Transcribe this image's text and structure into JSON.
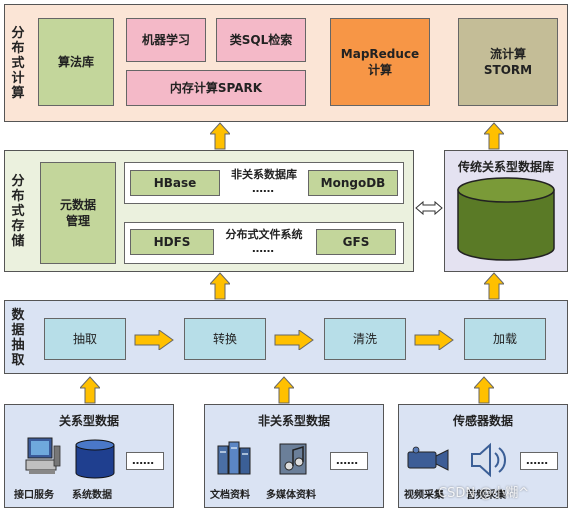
{
  "layers": {
    "compute": {
      "title": "分布式计算",
      "algorithm_lib": "算法库",
      "machine_learning": "机器学习",
      "sql_search": "类SQL检索",
      "spark": "内存计算SPARK",
      "mapreduce": "MapReduce\n计算",
      "storm": "流计算\nSTORM"
    },
    "storage": {
      "title": "分布式存储",
      "metadata": "元数据\n管理",
      "hbase": "HBase",
      "nosql_label": "非关系数据库",
      "mongodb": "MongoDB",
      "hdfs": "HDFS",
      "fs_label": "分布式文件系统",
      "gfs": "GFS",
      "dots": "……",
      "traditional_db": "传统关系型数据库"
    },
    "extract": {
      "title": "数据抽取",
      "steps": [
        "抽取",
        "转换",
        "清洗",
        "加载"
      ]
    },
    "sources": {
      "relational": {
        "title": "关系型数据",
        "items": [
          "接口服务",
          "系统数据"
        ],
        "dots": "……"
      },
      "nonrelational": {
        "title": "非关系型数据",
        "items": [
          "文档资料",
          "多媒体资料"
        ],
        "dots": "……"
      },
      "sensor": {
        "title": "传感器数据",
        "items": [
          "视频采集",
          "音频采集"
        ],
        "dots": "……"
      }
    }
  },
  "watermark": "CSDN @小糊^",
  "colors": {
    "compute_bg": "#fbe5d6",
    "storage_bg": "#ebf1de",
    "extract_bg": "#dae3f3",
    "source_bg": "#dae3f3",
    "arrow": "#ffc000",
    "green_box": "#c3d69b",
    "pink_box": "#f4b9c8",
    "orange_box": "#f79646",
    "tan_box": "#c4bd97",
    "step_box": "#b7dee8",
    "db_color": "#5a7a26"
  }
}
